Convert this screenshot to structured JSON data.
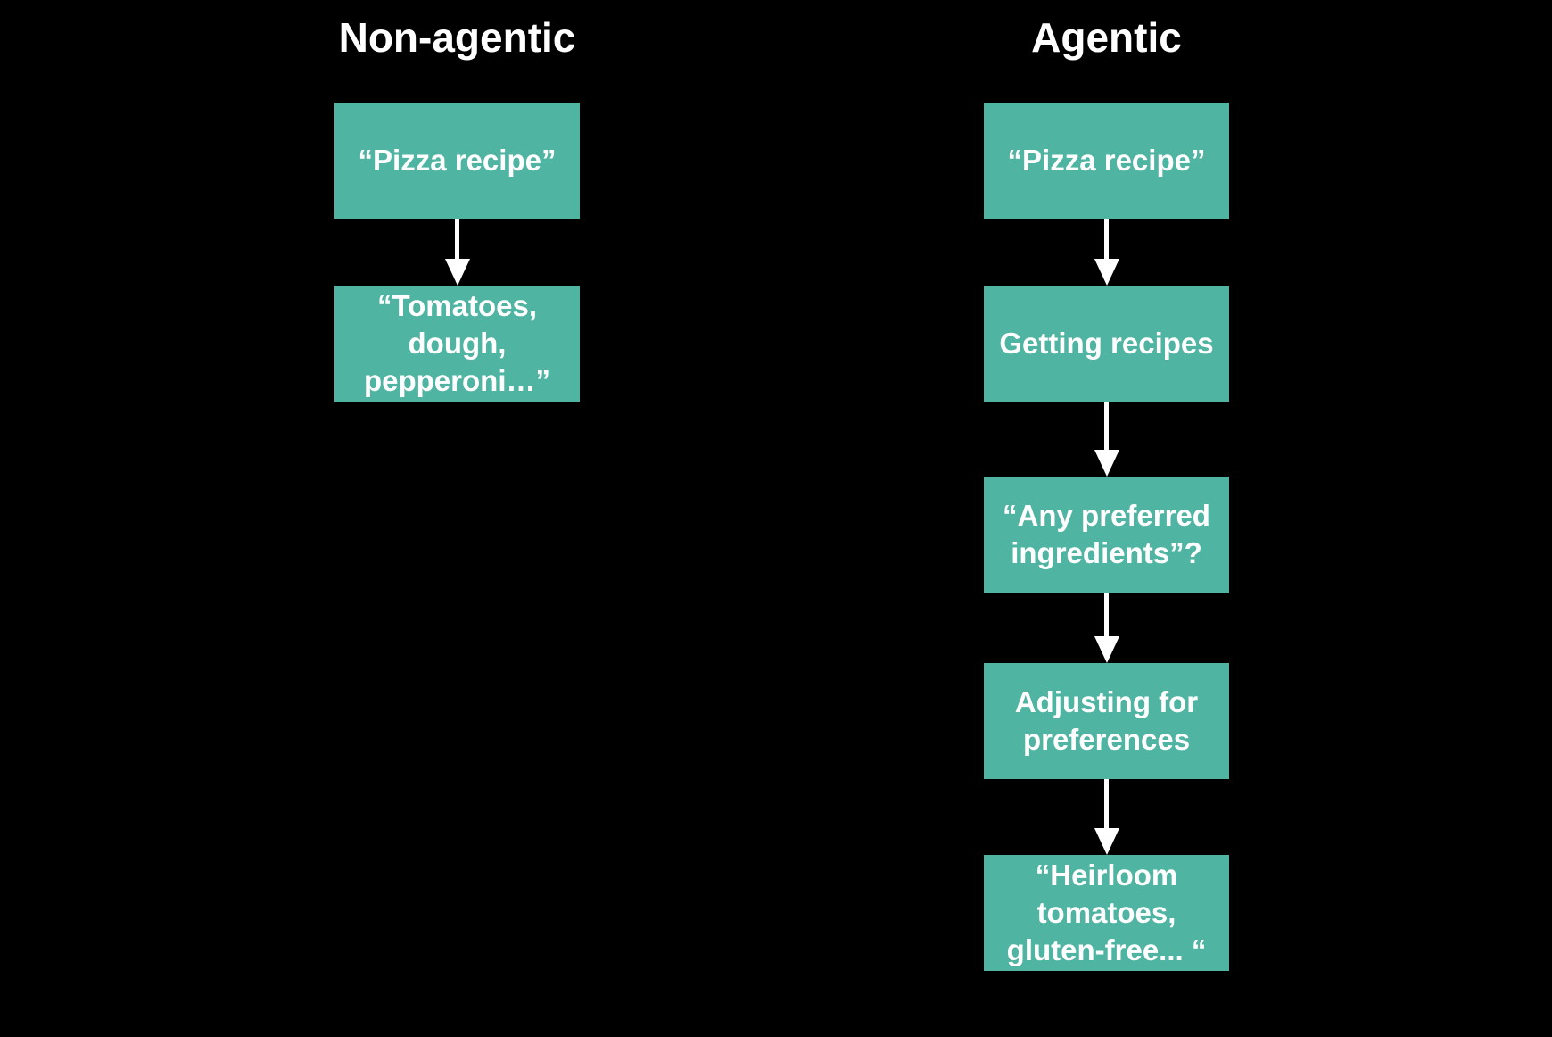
{
  "theme": {
    "accent": "#4FB4A2",
    "background": "#000000",
    "text": "#FFFFFF"
  },
  "columns": [
    {
      "title": "Non-agentic",
      "nodes": [
        {
          "label": "“Pizza recipe”"
        },
        {
          "label": "“Tomatoes,\ndough,\npepperoni…”"
        }
      ]
    },
    {
      "title": "Agentic",
      "nodes": [
        {
          "label": "“Pizza recipe”"
        },
        {
          "label": "Getting recipes"
        },
        {
          "label": "“Any preferred\ningredients”?"
        },
        {
          "label": "Adjusting for\npreferences"
        },
        {
          "label": "“Heirloom\ntomatoes,\ngluten-free... “"
        }
      ]
    }
  ]
}
